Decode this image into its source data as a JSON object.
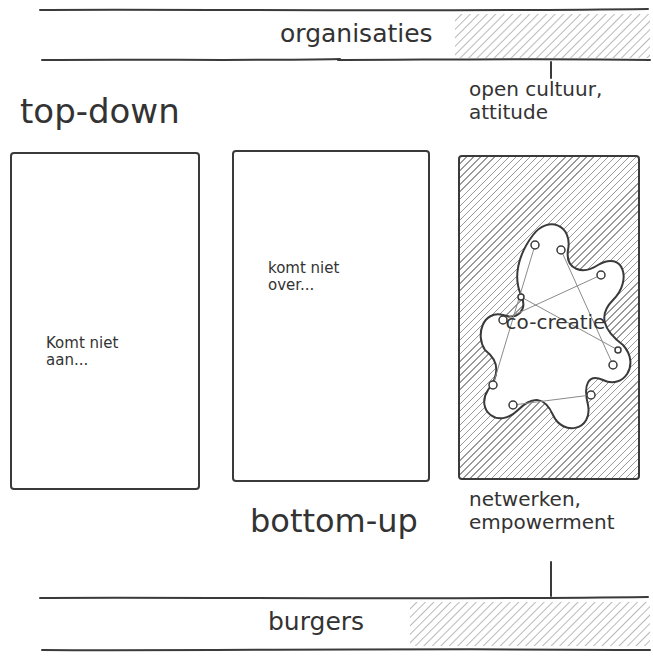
{
  "diagram": {
    "nodes": [
      {
        "text": [
          "organisaties"
        ]
      },
      {
        "text": [
          "top-down",
          "Komt niet aan..."
        ]
      },
      {
        "text": [
          "komt niet over...",
          "bottom-up"
        ]
      },
      {
        "text": [
          "open cultuur, attitude",
          "netwerken, empowerment"
        ]
      },
      {
        "text": [
          "co-creatie"
        ],
        "in": 3
      },
      {
        "text": [
          "burgers"
        ]
      }
    ],
    "edges": [
      {
        "from": 0,
        "to": 3,
        "arrow": "none"
      },
      {
        "from": 3,
        "to": 5,
        "arrow": "none"
      }
    ]
  }
}
